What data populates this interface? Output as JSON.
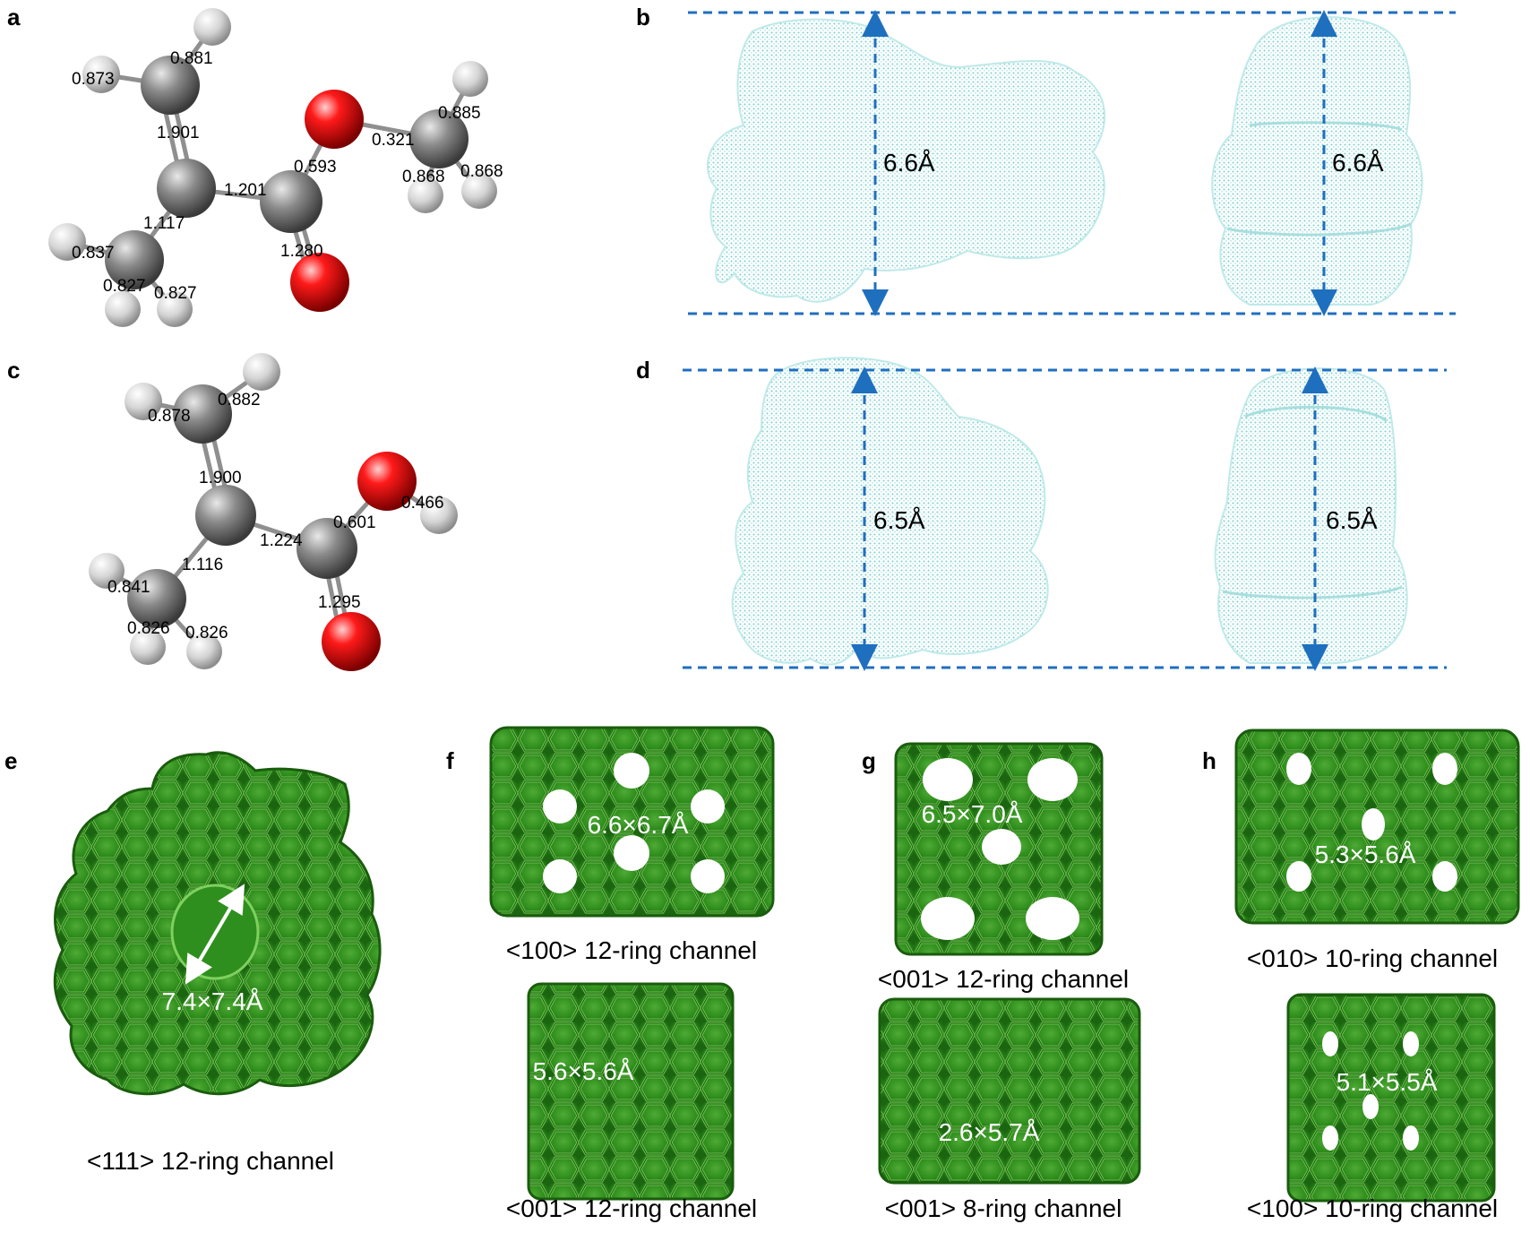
{
  "panels": {
    "a": {
      "letter": "a",
      "bond_labels": [
        "0.881",
        "0.873",
        "1.901",
        "0.593",
        "0.321",
        "0.885",
        "0.868",
        "0.868",
        "1.201",
        "1.117",
        "1.280",
        "0.837",
        "0.827",
        "0.827"
      ]
    },
    "b": {
      "letter": "b",
      "dim_left": "6.6Å",
      "dim_right": "6.6Å"
    },
    "c": {
      "letter": "c",
      "bond_labels": [
        "0.878",
        "0.882",
        "1.900",
        "0.601",
        "0.466",
        "1.224",
        "1.116",
        "1.295",
        "0.841",
        "0.826",
        "0.826"
      ]
    },
    "d": {
      "letter": "d",
      "dim_left": "6.5Å",
      "dim_right": "6.5Å"
    },
    "e": {
      "letter": "e",
      "dim": "7.4×7.4Å",
      "caption": "<111> 12-ring channel"
    },
    "f": {
      "letter": "f",
      "top": {
        "dim": "6.6×6.7Å",
        "caption": "<100> 12-ring channel"
      },
      "bottom": {
        "dim": "5.6×5.6Å",
        "caption": "<001> 12-ring channel"
      }
    },
    "g": {
      "letter": "g",
      "top": {
        "dim": "6.5×7.0Å",
        "caption": "<001> 12-ring channel"
      },
      "bottom": {
        "dim": "2.6×5.7Å",
        "caption": "<001> 8-ring channel"
      }
    },
    "h": {
      "letter": "h",
      "top": {
        "dim": "5.3×5.6Å",
        "caption": "<010> 10-ring channel"
      },
      "bottom": {
        "dim": "5.1×5.5Å",
        "caption": "<100> 10-ring channel"
      }
    }
  },
  "colors": {
    "carbon": "#7a7a7a",
    "oxygen": "#e00000",
    "hydrogen": "#d9d9d9",
    "dots": "#7fd3d3",
    "dash": "#1f6fbf",
    "zeolite": "#2f8f1e",
    "zeolite_dark": "#1f6a12",
    "zeolite_light": "#5cb84a"
  }
}
